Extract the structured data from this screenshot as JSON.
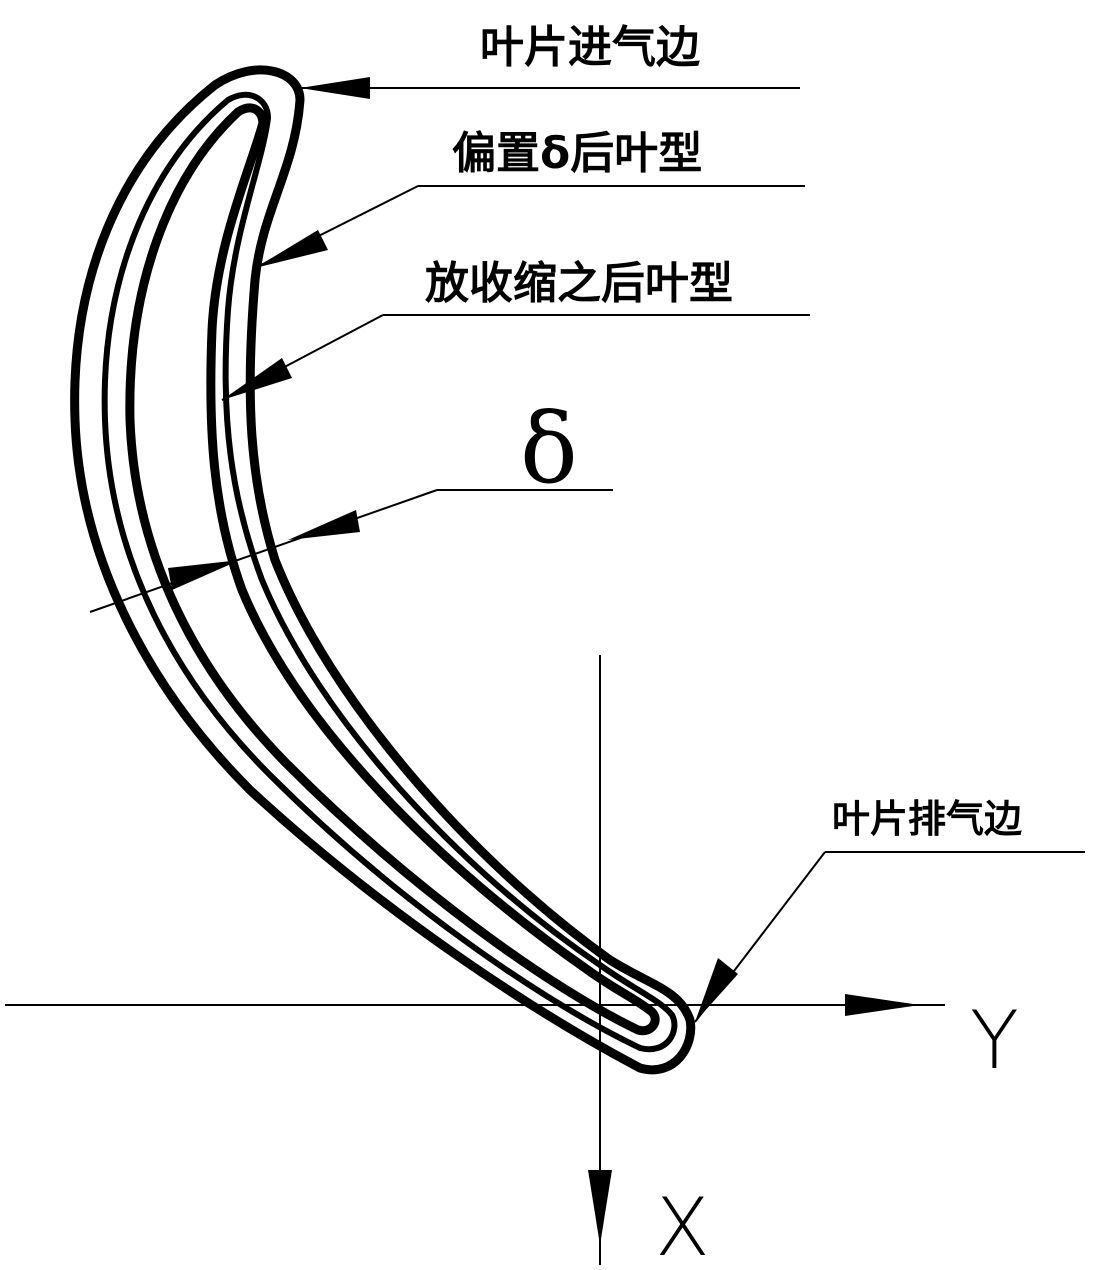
{
  "labels": {
    "inlet_edge": "叶片进气边",
    "offset_profile": "偏置δ后叶型",
    "shrink_profile": "放收缩之后叶型",
    "delta": "δ",
    "outlet_edge": "叶片排气边"
  },
  "axes": {
    "x": "X",
    "y": "Y"
  }
}
